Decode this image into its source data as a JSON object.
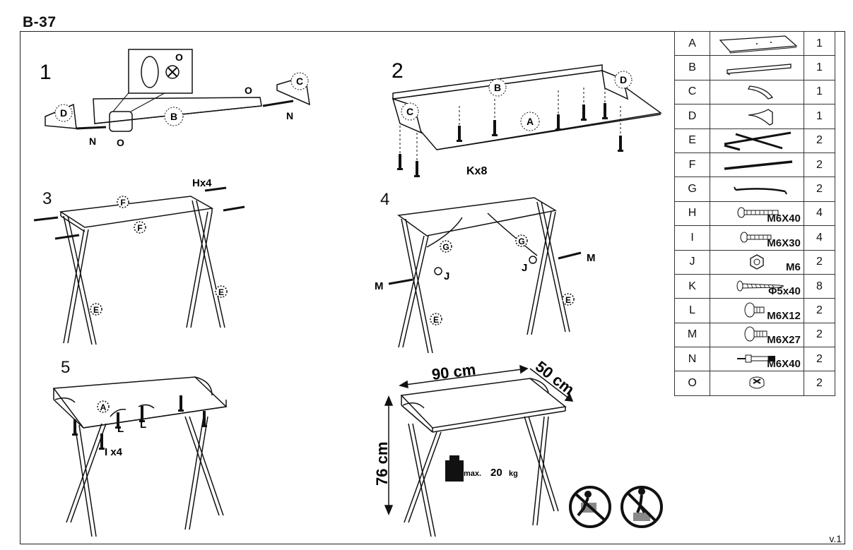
{
  "title": "B-37",
  "version": "v.1",
  "steps": [
    {
      "number": "1",
      "labels": {
        "d": "D",
        "n_left": "N",
        "o_left": "O",
        "b": "B",
        "o_mid": "O",
        "o_zoom": "O",
        "c": "C",
        "n_right": "N"
      }
    },
    {
      "number": "2",
      "labels": {
        "b": "B",
        "d": "D",
        "c": "C",
        "a": "A",
        "screws": "Kx8"
      }
    },
    {
      "number": "3",
      "labels": {
        "screws": "Hx4",
        "f_top": "F",
        "f_front": "F",
        "e_left": "E",
        "e_right": "E"
      }
    },
    {
      "number": "4",
      "labels": {
        "g_left": "G",
        "g_right": "G",
        "j_left": "J",
        "j_right": "J",
        "m_left": "M",
        "m_right": "M",
        "e_left": "E",
        "e_right": "E"
      }
    },
    {
      "number": "5",
      "labels": {
        "a": "A",
        "l_left": "L",
        "l_right": "L",
        "screws": "I x4"
      }
    }
  ],
  "dimensions": {
    "width": "90 cm",
    "depth": "50 cm",
    "height": "76 cm",
    "max_load_prefix": "max.",
    "max_load_value": "20",
    "max_load_unit": "kg"
  },
  "warning_icons": [
    "no-climbing-icon",
    "no-standing-icon"
  ],
  "parts": [
    {
      "letter": "A",
      "icon": "desktop-board-icon",
      "spec": "",
      "qty": "1"
    },
    {
      "letter": "B",
      "icon": "back-panel-icon",
      "spec": "",
      "qty": "1"
    },
    {
      "letter": "C",
      "icon": "side-panel-right-icon",
      "spec": "",
      "qty": "1"
    },
    {
      "letter": "D",
      "icon": "side-panel-left-icon",
      "spec": "",
      "qty": "1"
    },
    {
      "letter": "E",
      "icon": "x-leg-frame-icon",
      "spec": "",
      "qty": "2"
    },
    {
      "letter": "F",
      "icon": "long-bar-icon",
      "spec": "",
      "qty": "2"
    },
    {
      "letter": "G",
      "icon": "curved-bar-icon",
      "spec": "",
      "qty": "2"
    },
    {
      "letter": "H",
      "icon": "long-bolt-icon",
      "spec": "M6X40",
      "qty": "4"
    },
    {
      "letter": "I",
      "icon": "medium-bolt-icon",
      "spec": "M6X30",
      "qty": "4"
    },
    {
      "letter": "J",
      "icon": "hex-nut-icon",
      "spec": "M6",
      "qty": "2"
    },
    {
      "letter": "K",
      "icon": "wood-screw-icon",
      "spec": "Φ5x40",
      "qty": "8"
    },
    {
      "letter": "L",
      "icon": "short-bolt-icon",
      "spec": "M6X12",
      "qty": "2"
    },
    {
      "letter": "M",
      "icon": "bolt-icon",
      "spec": "M6X27",
      "qty": "2"
    },
    {
      "letter": "N",
      "icon": "cam-dowel-icon",
      "spec": "M6X40",
      "qty": "2"
    },
    {
      "letter": "O",
      "icon": "cam-lock-icon",
      "spec": "",
      "qty": "2"
    }
  ]
}
